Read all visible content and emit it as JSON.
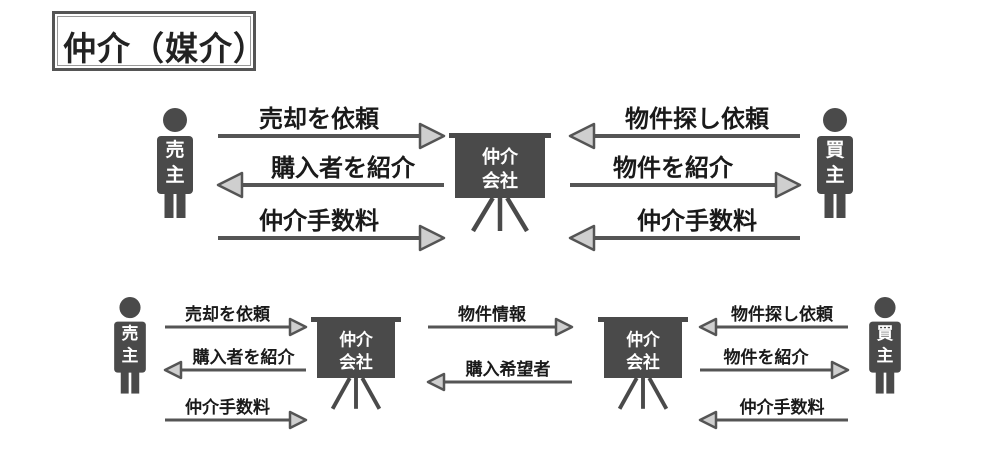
{
  "title": "仲介（媒介）",
  "top": {
    "agency_line1": "仲介",
    "agency_line2": "会社",
    "seller_chars": [
      "売",
      "主"
    ],
    "buyer_chars": [
      "買",
      "主"
    ],
    "left_arrows": [
      {
        "label": "売却を依頼",
        "direction": "right"
      },
      {
        "label": "購入者を紹介",
        "direction": "left"
      },
      {
        "label": "仲介手数料",
        "direction": "right"
      }
    ],
    "right_arrows": [
      {
        "label": "物件探し依頼",
        "direction": "left"
      },
      {
        "label": "物件を紹介",
        "direction": "right"
      },
      {
        "label": "仲介手数料",
        "direction": "left"
      }
    ]
  },
  "bottom": {
    "agency1_line1": "仲介",
    "agency1_line2": "会社",
    "agency2_line1": "仲介",
    "agency2_line2": "会社",
    "seller_chars": [
      "売",
      "主"
    ],
    "buyer_chars": [
      "買",
      "主"
    ],
    "left_arrows": [
      {
        "label": "売却を依頼",
        "direction": "right"
      },
      {
        "label": "購入者を紹介",
        "direction": "left"
      },
      {
        "label": "仲介手数料",
        "direction": "right"
      }
    ],
    "middle_arrows": [
      {
        "label": "物件情報",
        "direction": "right"
      },
      {
        "label": "購入希望者",
        "direction": "left"
      }
    ],
    "right_arrows": [
      {
        "label": "物件探し依頼",
        "direction": "left"
      },
      {
        "label": "物件を紹介",
        "direction": "right"
      },
      {
        "label": "仲介手数料",
        "direction": "left"
      }
    ]
  },
  "colors": {
    "figure": "#4a4a4a",
    "board": "#4a4a4a",
    "arrow_line": "#555555",
    "arrow_head_fill": "#cfcfcf",
    "text": "#1a1a1a"
  }
}
